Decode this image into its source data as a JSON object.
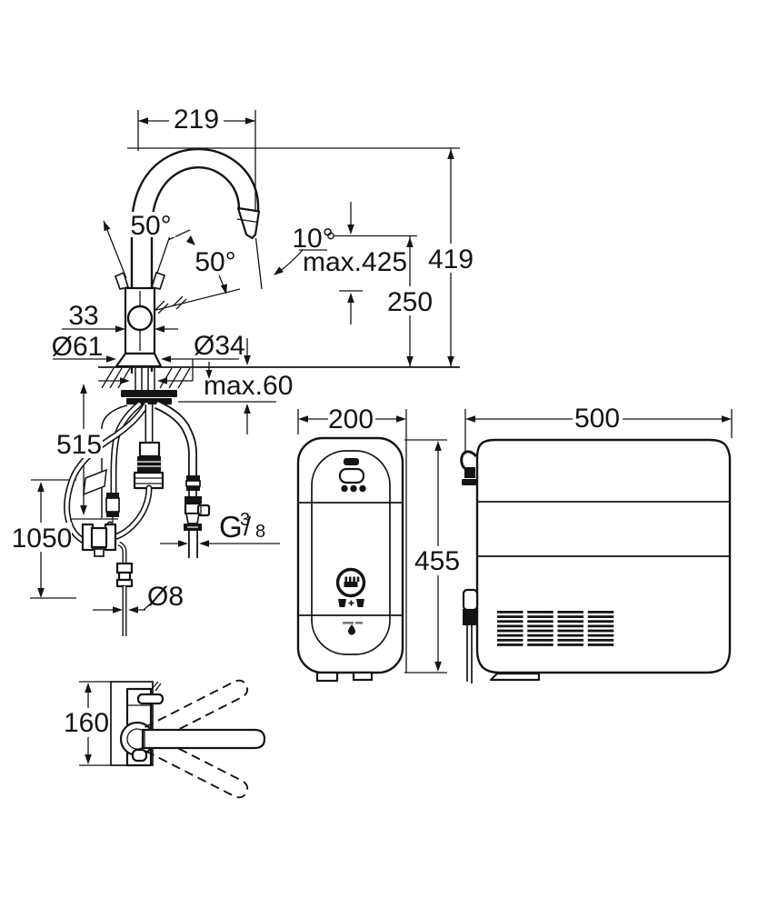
{
  "colors": {
    "line": "#141414",
    "background": "#ffffff"
  },
  "faucet_side": {
    "spout_reach": "219",
    "lever_swing_left": "50°",
    "lever_swing_right": "50°",
    "outlet_angle": "10°",
    "max_spout_height": "max.425",
    "total_height": "419",
    "outlet_height": "250",
    "body_width": "33",
    "base_diameter": "Ø61",
    "shank_diameter": "Ø34",
    "max_counter_thickness": "max.60"
  },
  "under_counter": {
    "hose_loop_depth": "515",
    "supply_hose_length": "1050",
    "thread": {
      "g": "G",
      "numerator": "3",
      "slash": "/",
      "denominator": "8"
    },
    "hose_diameter": "Ø8"
  },
  "cooler_front": {
    "width": "200",
    "height": "455"
  },
  "cooler_side": {
    "depth": "500"
  },
  "faucet_top": {
    "swivel_clearance": "160"
  }
}
